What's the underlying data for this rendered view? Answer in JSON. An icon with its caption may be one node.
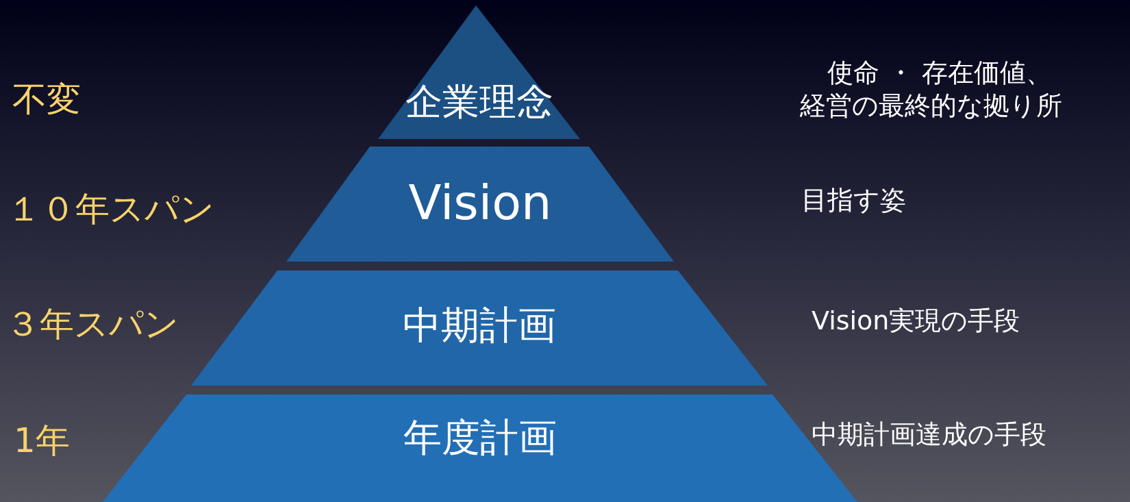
{
  "diagram": {
    "nodes": [
      {
        "text": [
          "企業理念"
        ]
      },
      {
        "text": [
          "Vision"
        ]
      },
      {
        "text": [
          "中期計画"
        ]
      },
      {
        "text": [
          "年度計画"
        ]
      }
    ],
    "labels": [
      "不変",
      "使命 ・ 存在価値、経営の最終的な拠り所",
      "１０年スパン",
      "目指す姿",
      "３年スパン",
      "Vision実現の手段",
      "1年",
      "中期計画達成の手段"
    ]
  }
}
